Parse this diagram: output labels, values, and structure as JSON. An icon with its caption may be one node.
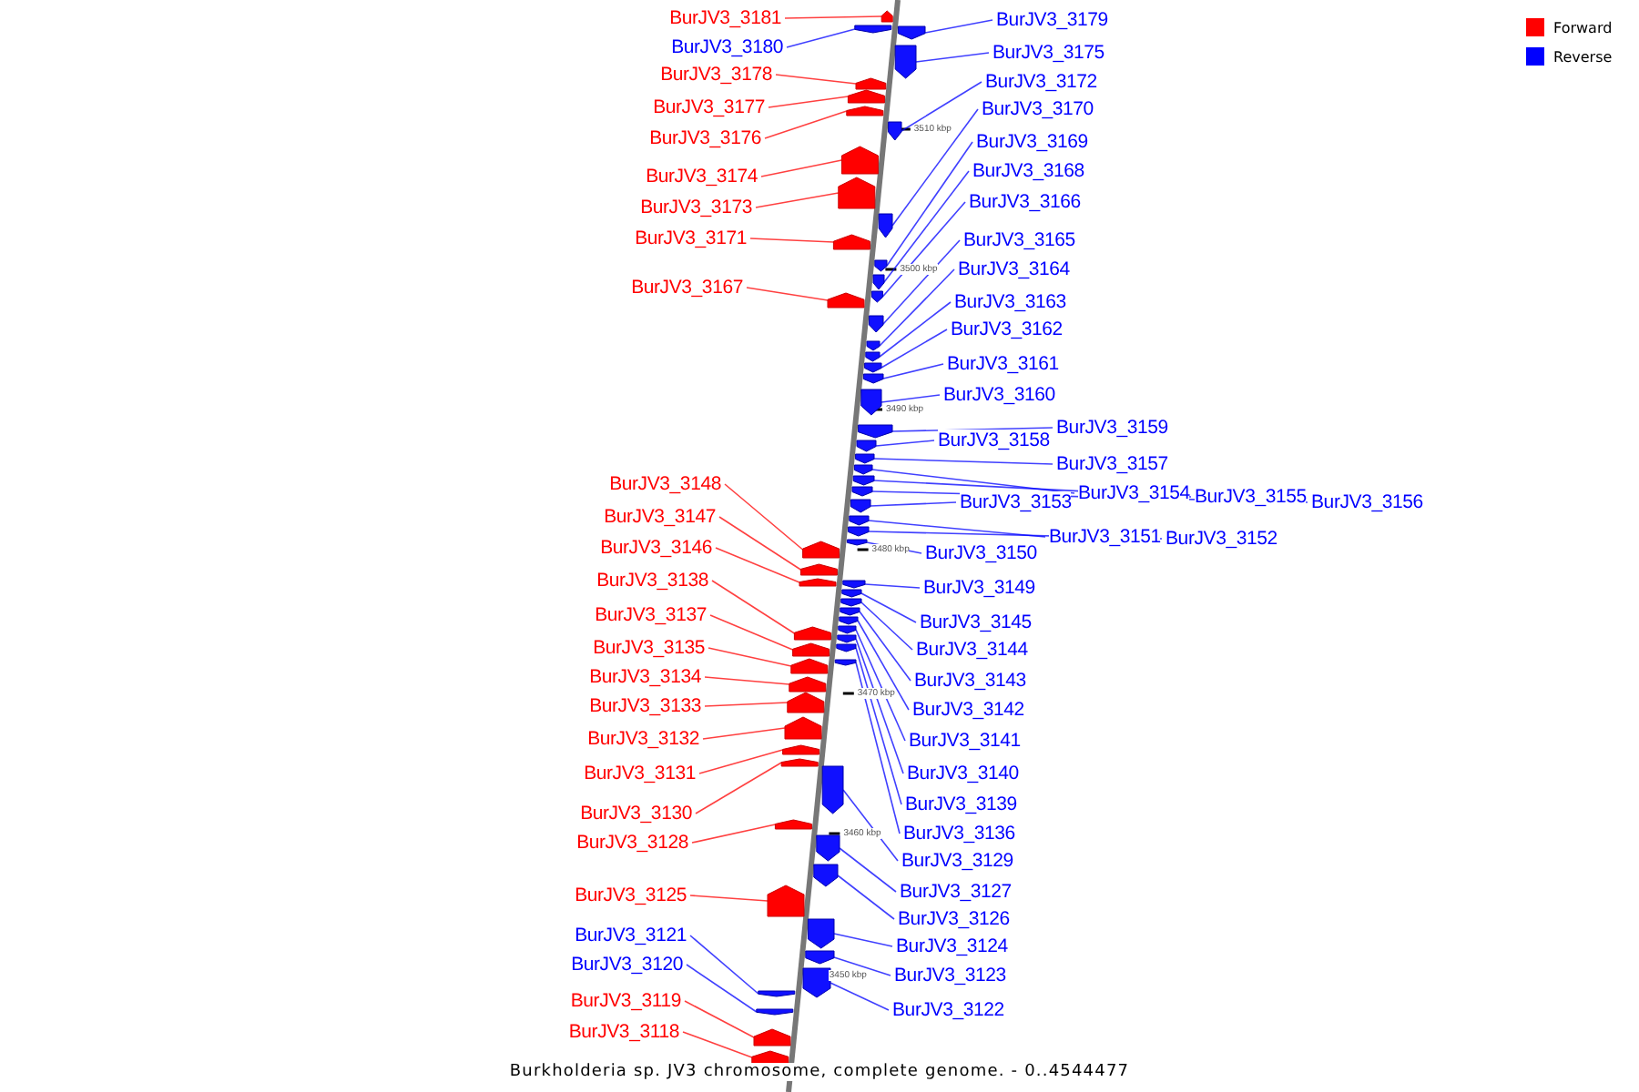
{
  "diagram": {
    "title": "Burkholderia sp. JV3 chromosome, complete genome. - 0..4544477",
    "nodes": [
      {
        "text": [
          "BurJV3_3181"
        ]
      },
      {
        "text": [
          "BurJV3_3180"
        ]
      },
      {
        "text": [
          "BurJV3_3178"
        ]
      },
      {
        "text": [
          "BurJV3_3177"
        ]
      },
      {
        "text": [
          "BurJV3_3176"
        ]
      },
      {
        "text": [
          "BurJV3_3174"
        ]
      },
      {
        "text": [
          "BurJV3_3173"
        ]
      },
      {
        "text": [
          "BurJV3_3171"
        ]
      },
      {
        "text": [
          "BurJV3_3167"
        ]
      },
      {
        "text": [
          "BurJV3_3148"
        ]
      },
      {
        "text": [
          "BurJV3_3147"
        ]
      },
      {
        "text": [
          "BurJV3_3146"
        ]
      },
      {
        "text": [
          "BurJV3_3138"
        ]
      },
      {
        "text": [
          "BurJV3_3137"
        ]
      },
      {
        "text": [
          "BurJV3_3135"
        ]
      },
      {
        "text": [
          "BurJV3_3134"
        ]
      },
      {
        "text": [
          "BurJV3_3133"
        ]
      },
      {
        "text": [
          "BurJV3_3132"
        ]
      },
      {
        "text": [
          "BurJV3_3131"
        ]
      },
      {
        "text": [
          "BurJV3_3130"
        ]
      },
      {
        "text": [
          "BurJV3_3128"
        ]
      },
      {
        "text": [
          "BurJV3_3125"
        ]
      },
      {
        "text": [
          "BurJV3_3121"
        ]
      },
      {
        "text": [
          "BurJV3_3120"
        ]
      },
      {
        "text": [
          "BurJV3_3119"
        ]
      },
      {
        "text": [
          "BurJV3_3118"
        ]
      },
      {
        "text": [
          "BurJV3_3179"
        ]
      },
      {
        "text": [
          "BurJV3_3175"
        ]
      },
      {
        "text": [
          "BurJV3_3172"
        ]
      },
      {
        "text": [
          "BurJV3_3170"
        ]
      },
      {
        "text": [
          "BurJV3_3169"
        ]
      },
      {
        "text": [
          "BurJV3_3168"
        ]
      },
      {
        "text": [
          "BurJV3_3166"
        ]
      },
      {
        "text": [
          "BurJV3_3165"
        ]
      },
      {
        "text": [
          "BurJV3_3164"
        ]
      },
      {
        "text": [
          "BurJV3_3163"
        ]
      },
      {
        "text": [
          "BurJV3_3162"
        ]
      },
      {
        "text": [
          "BurJV3_3161"
        ]
      },
      {
        "text": [
          "BurJV3_3160"
        ]
      },
      {
        "text": [
          "BurJV3_3159"
        ]
      },
      {
        "text": [
          "BurJV3_3158"
        ]
      },
      {
        "text": [
          "BurJV3_3157"
        ]
      },
      {
        "text": [
          "BurJV3_3154"
        ]
      },
      {
        "text": [
          "BurJV3_3155"
        ]
      },
      {
        "text": [
          "BurJV3_3156"
        ]
      },
      {
        "text": [
          "BurJV3_3153"
        ]
      },
      {
        "text": [
          "BurJV3_3151"
        ]
      },
      {
        "text": [
          "BurJV3_3152"
        ]
      },
      {
        "text": [
          "BurJV3_3150"
        ]
      },
      {
        "text": [
          "BurJV3_3149"
        ]
      },
      {
        "text": [
          "BurJV3_3145"
        ]
      },
      {
        "text": [
          "BurJV3_3144"
        ]
      },
      {
        "text": [
          "BurJV3_3143"
        ]
      },
      {
        "text": [
          "BurJV3_3142"
        ]
      },
      {
        "text": [
          "BurJV3_3141"
        ]
      },
      {
        "text": [
          "BurJV3_3140"
        ]
      },
      {
        "text": [
          "BurJV3_3139"
        ]
      },
      {
        "text": [
          "BurJV3_3136"
        ]
      },
      {
        "text": [
          "BurJV3_3129"
        ]
      },
      {
        "text": [
          "BurJV3_3127"
        ]
      },
      {
        "text": [
          "BurJV3_3126"
        ]
      },
      {
        "text": [
          "BurJV3_3124"
        ]
      },
      {
        "text": [
          "BurJV3_3123"
        ]
      },
      {
        "text": [
          "BurJV3_3122"
        ]
      },
      {
        "text": [],
        "shape": "pentagon"
      },
      {
        "text": [],
        "shape": "pentagon"
      },
      {
        "text": [],
        "shape": "pentagon"
      },
      {
        "text": [],
        "shape": "pentagon"
      },
      {
        "text": [],
        "shape": "pentagon"
      },
      {
        "text": [],
        "shape": "pentagon"
      },
      {
        "text": [],
        "shape": "pentagon"
      },
      {
        "text": [],
        "shape": "pentagon"
      },
      {
        "text": [],
        "shape": "pentagon"
      },
      {
        "text": [],
        "shape": "pentagon"
      },
      {
        "text": [],
        "shape": "pentagon"
      },
      {
        "text": [],
        "shape": "pentagon"
      },
      {
        "text": [],
        "shape": "pentagon"
      },
      {
        "text": [],
        "shape": "pentagon"
      },
      {
        "text": [],
        "shape": "pentagon"
      },
      {
        "text": [],
        "shape": "pentagon"
      },
      {
        "text": [],
        "shape": "pentagon"
      },
      {
        "text": [],
        "shape": "pentagon"
      },
      {
        "text": [],
        "shape": "pentagon"
      },
      {
        "text": [],
        "shape": "pentagon"
      },
      {
        "text": [],
        "shape": "pentagon"
      },
      {
        "text": [],
        "shape": "pentagon"
      },
      {
        "text": [],
        "shape": "pentagon"
      },
      {
        "text": [],
        "shape": "pentagon"
      },
      {
        "text": [],
        "shape": "pentagon"
      },
      {
        "text": [],
        "shape": "pentagon"
      },
      {
        "text": [],
        "shape": "pentagon"
      },
      {
        "text": [],
        "shape": "pentagon"
      },
      {
        "text": [],
        "shape": "pentagon"
      },
      {
        "text": [],
        "shape": "pentagon"
      },
      {
        "text": [],
        "shape": "pentagon"
      },
      {
        "text": [],
        "shape": "pentagon"
      },
      {
        "text": [],
        "shape": "pentagon"
      },
      {
        "text": [],
        "shape": "pentagon"
      },
      {
        "text": [],
        "shape": "pentagon"
      },
      {
        "text": [],
        "shape": "pentagon"
      },
      {
        "text": [],
        "shape": "pentagon"
      },
      {
        "text": [],
        "shape": "pentagon"
      },
      {
        "text": [],
        "shape": "pentagon"
      },
      {
        "text": [],
        "shape": "pentagon"
      },
      {
        "text": [],
        "shape": "pentagon"
      },
      {
        "text": [],
        "shape": "pentagon"
      },
      {
        "text": [],
        "shape": "pentagon"
      },
      {
        "text": [],
        "shape": "pentagon"
      },
      {
        "text": [],
        "shape": "pentagon"
      },
      {
        "text": [],
        "shape": "pentagon"
      },
      {
        "text": [],
        "shape": "pentagon"
      },
      {
        "text": [],
        "shape": "pentagon"
      },
      {
        "text": [],
        "shape": "pentagon"
      },
      {
        "text": [],
        "shape": "pentagon"
      },
      {
        "text": [],
        "shape": "pentagon"
      },
      {
        "text": [],
        "shape": "pentagon"
      },
      {
        "text": [],
        "shape": "pentagon"
      },
      {
        "text": [],
        "shape": "pentagon"
      },
      {
        "text": [],
        "shape": "pentagon"
      },
      {
        "text": [],
        "shape": "pentagon"
      },
      {
        "text": [],
        "shape": "pentagon"
      },
      {
        "text": [],
        "shape": "pentagon"
      },
      {
        "text": [],
        "shape": "pentagon"
      },
      {
        "text": [],
        "shape": "pentagon"
      },
      {
        "text": [],
        "shape": "pentagon"
      },
      {
        "text": [],
        "shape": "pentagon"
      },
      {
        "text": [],
        "shape": "pentagon"
      },
      {
        "text": [],
        "shape": "pentagon"
      }
    ],
    "edges": [
      {
        "from": 0,
        "to": 64,
        "arrow": "none",
        "color": "#ff0000"
      },
      {
        "from": 1,
        "to": 65,
        "arrow": "none"
      },
      {
        "from": 2,
        "to": 66,
        "arrow": "none",
        "color": "#ff0000"
      },
      {
        "from": 3,
        "to": 67,
        "arrow": "none",
        "color": "#ff0000"
      },
      {
        "from": 4,
        "to": 68,
        "arrow": "none",
        "color": "#ff0000"
      },
      {
        "from": 5,
        "to": 69,
        "arrow": "none",
        "color": "#ff0000"
      },
      {
        "from": 6,
        "to": 70,
        "arrow": "none",
        "color": "#ff0000"
      },
      {
        "from": 7,
        "to": 71,
        "arrow": "none",
        "color": "#ff0000"
      },
      {
        "from": 8,
        "to": 72,
        "arrow": "none",
        "color": "#ff0000"
      },
      {
        "from": 9,
        "to": 73,
        "arrow": "none",
        "color": "#ff0000"
      },
      {
        "from": 10,
        "to": 74,
        "arrow": "none",
        "color": "#ff0000"
      },
      {
        "from": 11,
        "to": 75,
        "arrow": "none",
        "color": "#ff0000"
      },
      {
        "from": 12,
        "to": 76,
        "arrow": "none",
        "color": "#ff0000"
      },
      {
        "from": 13,
        "to": 77,
        "arrow": "none",
        "color": "#ff0000"
      },
      {
        "from": 14,
        "to": 78,
        "arrow": "none",
        "color": "#ff0000"
      },
      {
        "from": 15,
        "to": 79,
        "arrow": "none",
        "color": "#ff0000"
      },
      {
        "from": 16,
        "to": 80,
        "arrow": "none",
        "color": "#ff0000"
      },
      {
        "from": 17,
        "to": 81,
        "arrow": "none",
        "color": "#ff0000"
      },
      {
        "from": 18,
        "to": 82,
        "arrow": "none",
        "color": "#ff0000"
      },
      {
        "from": 19,
        "to": 83,
        "arrow": "none",
        "color": "#ff0000"
      },
      {
        "from": 20,
        "to": 84,
        "arrow": "none",
        "color": "#ff0000"
      },
      {
        "from": 21,
        "to": 85,
        "arrow": "none",
        "color": "#ff0000"
      },
      {
        "from": 22,
        "to": 86,
        "arrow": "none"
      },
      {
        "from": 23,
        "to": 87,
        "arrow": "none"
      },
      {
        "from": 24,
        "to": 88,
        "arrow": "none",
        "color": "#ff0000"
      },
      {
        "from": 25,
        "to": 89,
        "arrow": "none",
        "color": "#ff0000"
      },
      {
        "from": 26,
        "to": 90,
        "arrow": "none"
      },
      {
        "from": 27,
        "to": 91,
        "arrow": "none"
      },
      {
        "from": 28,
        "to": 92,
        "arrow": "none"
      },
      {
        "from": 29,
        "to": 93,
        "arrow": "none"
      },
      {
        "from": 30,
        "to": 94,
        "arrow": "none"
      },
      {
        "from": 31,
        "to": 95,
        "arrow": "none"
      },
      {
        "from": 32,
        "to": 96,
        "arrow": "none"
      },
      {
        "from": 33,
        "to": 97,
        "arrow": "none"
      },
      {
        "from": 34,
        "to": 98,
        "arrow": "none"
      },
      {
        "from": 35,
        "to": 99,
        "arrow": "none"
      },
      {
        "from": 36,
        "to": 100,
        "arrow": "none"
      },
      {
        "from": 37,
        "to": 101,
        "arrow": "none"
      },
      {
        "from": 38,
        "to": 102,
        "arrow": "none"
      },
      {
        "from": 39,
        "to": 103,
        "arrow": "none"
      },
      {
        "from": 40,
        "to": 104,
        "arrow": "none"
      },
      {
        "from": 41,
        "to": 105,
        "arrow": "none"
      },
      {
        "from": 42,
        "to": 106,
        "arrow": "none"
      },
      {
        "from": 43,
        "to": 107,
        "arrow": "none"
      },
      {
        "from": 44,
        "to": 108,
        "arrow": "none"
      },
      {
        "from": 45,
        "to": 109,
        "arrow": "none"
      },
      {
        "from": 46,
        "to": 110,
        "arrow": "none"
      },
      {
        "from": 47,
        "to": 111,
        "arrow": "none"
      },
      {
        "from": 48,
        "to": 112,
        "arrow": "none"
      },
      {
        "from": 49,
        "to": 113,
        "arrow": "none"
      },
      {
        "from": 50,
        "to": 114,
        "arrow": "none"
      },
      {
        "from": 51,
        "to": 115,
        "arrow": "none"
      },
      {
        "from": 52,
        "to": 116,
        "arrow": "none"
      },
      {
        "from": 53,
        "to": 117,
        "arrow": "none"
      },
      {
        "from": 54,
        "to": 118,
        "arrow": "none"
      },
      {
        "from": 55,
        "to": 119,
        "arrow": "none"
      },
      {
        "from": 56,
        "to": 120,
        "arrow": "none"
      },
      {
        "from": 57,
        "to": 121,
        "arrow": "none"
      },
      {
        "from": 58,
        "to": 122,
        "arrow": "none"
      },
      {
        "from": 59,
        "to": 123,
        "arrow": "none"
      },
      {
        "from": 60,
        "to": 124,
        "arrow": "none"
      },
      {
        "from": 61,
        "to": 125,
        "arrow": "none"
      },
      {
        "from": 62,
        "to": 126,
        "arrow": "none"
      },
      {
        "from": 63,
        "to": 127,
        "arrow": "none"
      }
    ],
    "labels": [
      "3510 kbp",
      "3500 kbp",
      "3490 kbp",
      "3480 kbp",
      "3470 kbp",
      "3460 kbp",
      "3450 kbp"
    ],
    "legend": [
      {
        "text": "Forward",
        "color": "#ff0000"
      },
      {
        "text": "Reverse",
        "color": "#0000ff"
      }
    ]
  }
}
